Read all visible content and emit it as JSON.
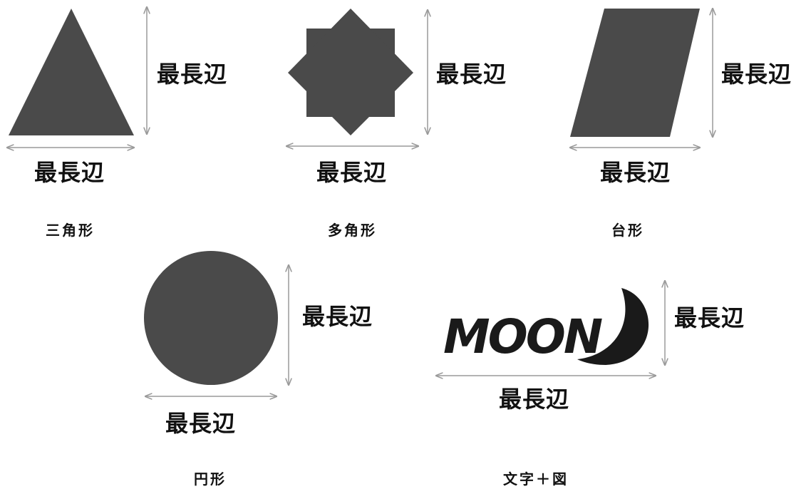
{
  "dimension_label": "最長辺",
  "shapes": [
    {
      "id": "triangle",
      "caption": "三角形"
    },
    {
      "id": "polygon",
      "caption": "多角形"
    },
    {
      "id": "trapezoid",
      "caption": "台形"
    },
    {
      "id": "circle",
      "caption": "円形"
    },
    {
      "id": "text-figure",
      "caption": "文字＋図",
      "logo_text": "MOON"
    }
  ],
  "colors": {
    "shape_fill": "#4a4a4a",
    "arrow": "#9a9a9a",
    "text": "#111111"
  }
}
